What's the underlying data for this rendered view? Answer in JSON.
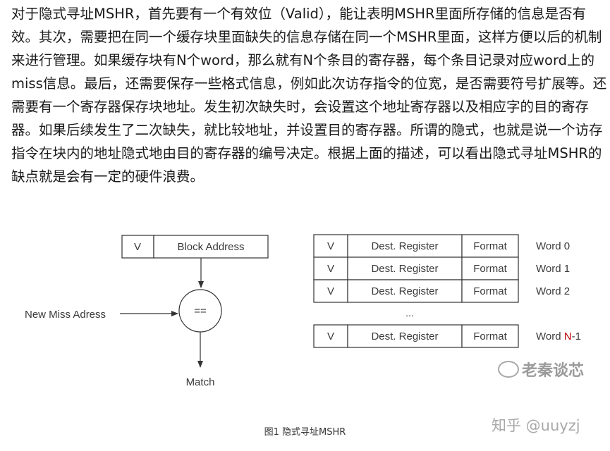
{
  "article": {
    "lines": [
      "对于隐式寻址MSHR，首先要有一个有效位（Valid），能让表明MSHR里面所存储的信息是否有",
      "效。其次，需要把在同一个缓存块里面缺失的信息存储在同一个MSHR里面，这样方便以后的机制",
      "来进行管理。如果缓存块有N个word，那么就有N个条目的寄存器，每个条目记录对应word上的",
      "miss信息。最后，还需要保存一些格式信息，例如此次访存指令的位宽，是否需要符号扩展等。还",
      "需要有一个寄存器保存块地址。发生初次缺失时，会设置这个地址寄存器以及相应字的目的寄存",
      "器。如果后续发生了二次缺失，就比较地址，并设置目的寄存器。所谓的隐式，也就是说一个访存",
      "指令在块内的地址隐式地由目的寄存器的编号决定。根据上面的描述，可以看出隐式寻址MSHR的",
      "缺点就是会有一定的硬件浪费。"
    ]
  },
  "figure": {
    "block_register": {
      "valid": "V",
      "address": "Block Address"
    },
    "comparator": "==",
    "new_miss_label": "New Miss Adress",
    "match_label": "Match",
    "entry_fields": {
      "valid": "V",
      "dest": "Dest. Register",
      "format": "Format"
    },
    "words": [
      {
        "prefix": "Word ",
        "index": "0",
        "suffix": ""
      },
      {
        "prefix": "Word ",
        "index": "1",
        "suffix": ""
      },
      {
        "prefix": "Word ",
        "index": "2",
        "suffix": ""
      },
      {
        "prefix": "Word ",
        "index": "N",
        "suffix": "-1"
      }
    ],
    "ellipsis": "...",
    "highlight_color": "#c00000",
    "caption": "图1 隐式寻址MSHR"
  },
  "watermarks": {
    "wechat": "老秦谈芯",
    "zhihu": "知乎 @uuyzj"
  }
}
